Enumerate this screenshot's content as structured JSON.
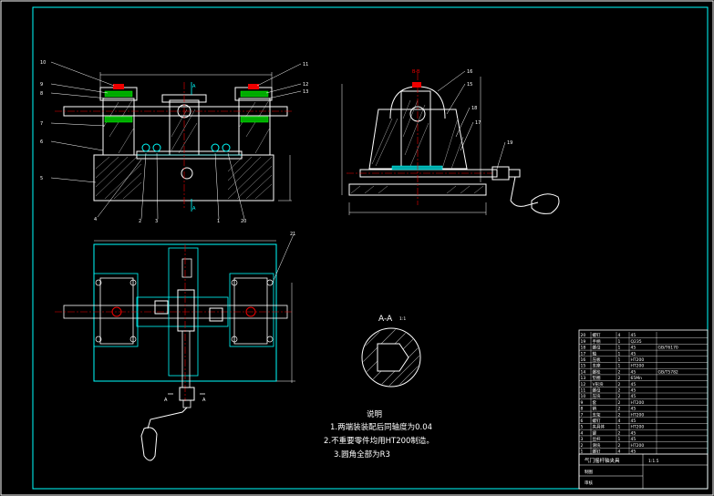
{
  "drawing": {
    "section_label": "A-A",
    "section_scale_label": "1:1",
    "view_label_top": "B-B",
    "side_left_label": "A",
    "side_right_label": "A",
    "section_a_top": "A",
    "section_a_bottom": "A"
  },
  "notes": {
    "heading": "说明",
    "line1": "1.两端装装配后同轴度为0.04",
    "line2": "2.不重要零件均用HT200制造。",
    "line3": "3.圆角全部为R3"
  },
  "balloons_front": [
    "10",
    "9",
    "8",
    "7",
    "6",
    "5",
    "4",
    "2",
    "3",
    "1",
    "20",
    "11",
    "12",
    "13"
  ],
  "balloons_side": [
    "16",
    "15",
    "18",
    "17",
    "19"
  ],
  "balloon_plan": "21",
  "title_block": {
    "title": "气门摇杆轴夹具",
    "scale_code": "1:1.5",
    "rows": [
      [
        "20",
        "螺钉",
        "4",
        "45",
        ""
      ],
      [
        "19",
        "手柄",
        "1",
        "Q235",
        ""
      ],
      [
        "18",
        "螺母",
        "1",
        "45",
        "GB/T6170"
      ],
      [
        "17",
        "轴",
        "1",
        "45",
        ""
      ],
      [
        "16",
        "压板",
        "1",
        "HT200",
        ""
      ],
      [
        "15",
        "支座",
        "1",
        "HT200",
        ""
      ],
      [
        "14",
        "螺栓",
        "2",
        "45",
        "GB/T5782"
      ],
      [
        "13",
        "垫圈",
        "2",
        "65Mn",
        ""
      ],
      [
        "12",
        "V形块",
        "2",
        "45",
        ""
      ],
      [
        "11",
        "螺母",
        "2",
        "45",
        ""
      ],
      [
        "10",
        "压块",
        "2",
        "45",
        ""
      ],
      [
        "9",
        "套",
        "2",
        "HT200",
        ""
      ],
      [
        "8",
        "销",
        "2",
        "45",
        ""
      ],
      [
        "7",
        "支架",
        "2",
        "HT200",
        ""
      ],
      [
        "6",
        "螺钉",
        "4",
        "45",
        ""
      ],
      [
        "5",
        "夹具体",
        "1",
        "HT200",
        ""
      ],
      [
        "4",
        "键",
        "2",
        "45",
        ""
      ],
      [
        "3",
        "丝杆",
        "1",
        "45",
        ""
      ],
      [
        "2",
        "滑块",
        "2",
        "HT200",
        ""
      ],
      [
        "1",
        "螺钉",
        "4",
        "45",
        ""
      ]
    ],
    "footer_cells": [
      "制图",
      "审核"
    ]
  }
}
